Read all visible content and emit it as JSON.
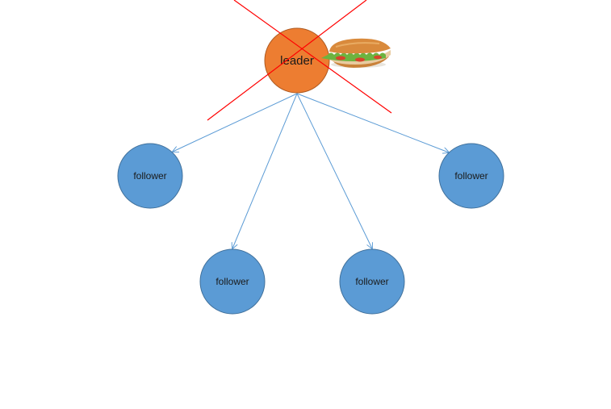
{
  "diagram": {
    "leader": {
      "label": "leader",
      "fill": "#ED7D31",
      "stroke": "#AE5A21"
    },
    "followers": [
      {
        "id": "follower-1",
        "label": "follower"
      },
      {
        "id": "follower-2",
        "label": "follower"
      },
      {
        "id": "follower-3",
        "label": "follower"
      },
      {
        "id": "follower-4",
        "label": "follower"
      }
    ],
    "follower_fill": "#5B9BD5",
    "follower_stroke": "#41719C",
    "arrow_color": "#5B9BD5",
    "cross_color": "#FF0000",
    "decoration": {
      "icon": "sandwich-icon"
    }
  }
}
